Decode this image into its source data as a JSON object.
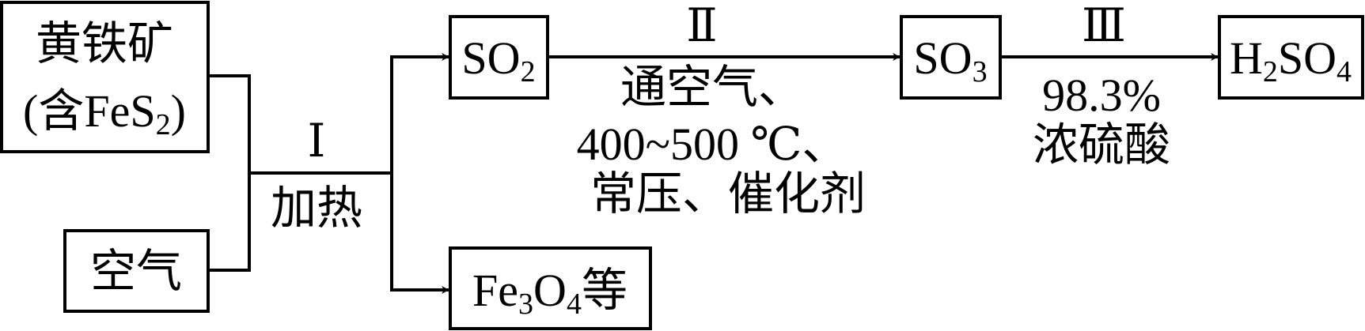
{
  "nodes": {
    "pyrite": {
      "line1": "黄铁矿",
      "line2_pre": "(含FeS",
      "line2_sub": "2",
      "line2_post": ")"
    },
    "air": {
      "label": "空气"
    },
    "so2": {
      "main": "SO",
      "sub": "2"
    },
    "fe3o4": {
      "a": "Fe",
      "a_sub": "3",
      "b": "O",
      "b_sub": "4",
      "c": "等"
    },
    "so3": {
      "main": "SO",
      "sub": "3"
    },
    "h2so4": {
      "a": "H",
      "a_sub": "2",
      "b": "SO",
      "b_sub": "4"
    }
  },
  "steps": {
    "step1": {
      "numeral": "Ⅰ",
      "condition": "加热"
    },
    "step2": {
      "numeral": "Ⅱ",
      "conditions": [
        "通空气、",
        "400~500 ℃、",
        "常压、催化剂"
      ]
    },
    "step3": {
      "numeral": "Ⅲ",
      "conditions": [
        "98.3%",
        "浓硫酸"
      ]
    }
  },
  "colors": {
    "stroke": "#000000",
    "background": "#ffffff"
  }
}
